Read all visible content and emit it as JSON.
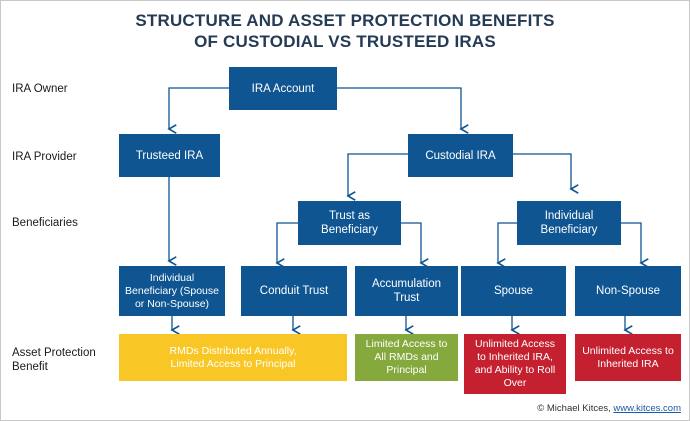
{
  "title": {
    "line1": "STRUCTURE AND ASSET PROTECTION BENEFITS",
    "line2": "OF CUSTODIAL VS TRUSTEED IRAS"
  },
  "row_labels": {
    "ira_owner": "IRA Owner",
    "ira_provider": "IRA Provider",
    "beneficiaries": "Beneficiaries",
    "asset_protection": "Asset Protection Benefit"
  },
  "nodes": {
    "ira_account": "IRA Account",
    "trusteed_ira": "Trusteed IRA",
    "custodial_ira": "Custodial IRA",
    "trust_as_beneficiary": "Trust as Beneficiary",
    "individual_beneficiary_group": "Individual Beneficiary",
    "individual_beneficiary": "Individual Beneficiary (Spouse or Non-Spouse)",
    "conduit_trust": "Conduit Trust",
    "accumulation_trust": "Accumulation Trust",
    "spouse": "Spouse",
    "non_spouse": "Non-Spouse"
  },
  "benefits": {
    "rmds_distributed": "RMDs Distributed Annually, Limited Access to Principal",
    "limited_access_all": "Limited Access to All RMDs and Principal",
    "unlimited_spouse": "Unlimited Access to Inherited IRA, and Ability to Roll Over",
    "unlimited_non_spouse": "Unlimited Access to Inherited IRA"
  },
  "colors": {
    "box_blue": "#0e5592",
    "benefit_yellow": "#f9c725",
    "benefit_green": "#86a93d",
    "benefit_red": "#c4202f",
    "title_navy": "#243a55"
  },
  "credit": {
    "prefix": "© Michael Kitces,",
    "link": "www.kitces.com"
  }
}
